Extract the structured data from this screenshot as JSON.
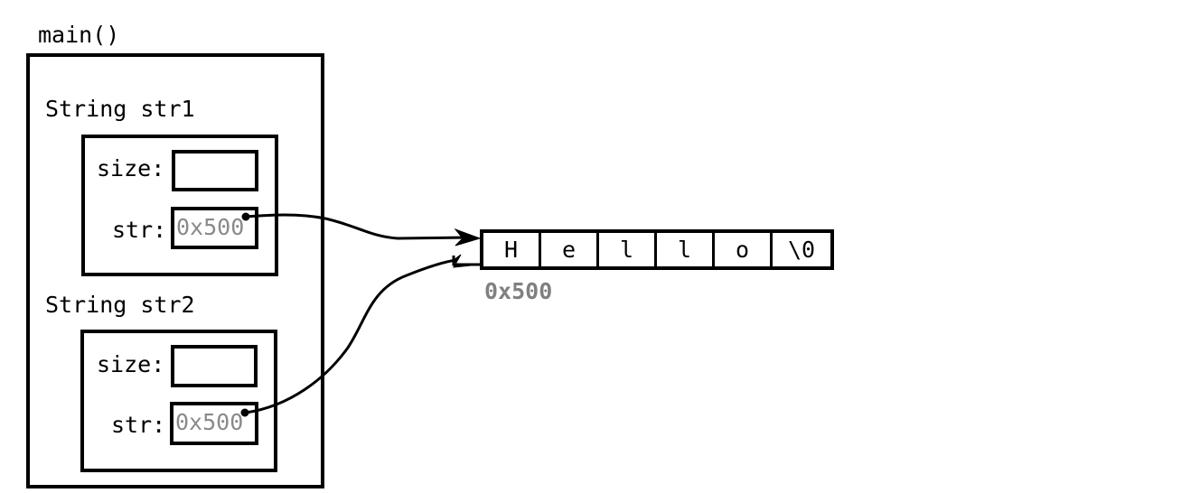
{
  "frame": {
    "title": "main()"
  },
  "str1": {
    "title": "String str1",
    "size_label": "size:",
    "size_value": "",
    "str_label": "str:",
    "str_value": "0x500"
  },
  "str2": {
    "title": "String str2",
    "size_label": "size:",
    "size_value": "",
    "str_label": "str:",
    "str_value": "0x500"
  },
  "array": {
    "cells": [
      "H",
      "e",
      "l",
      "l",
      "o",
      "\\0"
    ],
    "address": "0x500"
  }
}
